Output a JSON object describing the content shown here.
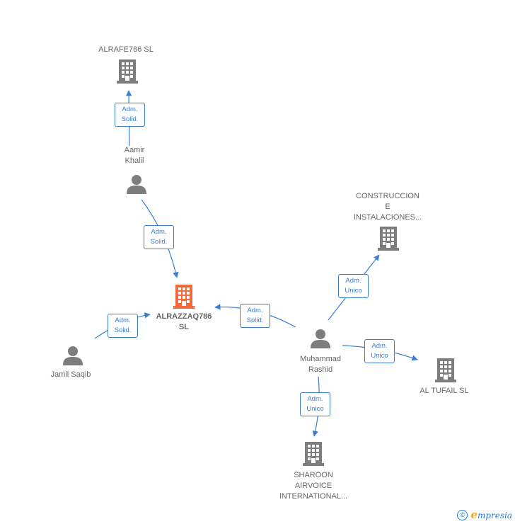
{
  "colors": {
    "edge": "#3b7fd0",
    "node_gray": "#7d7d7d",
    "focus": "#f26b3a",
    "person": "#7d7d7d"
  },
  "nodes": {
    "alrafe": {
      "label": [
        "ALRAFE786  SL"
      ],
      "icon": "building-icon"
    },
    "aamir": {
      "label": [
        "Aamir",
        "Khalil"
      ],
      "icon": "person-icon"
    },
    "alrazzaq": {
      "label": [
        "ALRAZZAQ786",
        "SL"
      ],
      "icon": "building-icon"
    },
    "jamil": {
      "label": [
        "Jamil Saqib"
      ],
      "icon": "person-icon"
    },
    "muhammad": {
      "label": [
        "Muhammad",
        "Rashid"
      ],
      "icon": "person-icon"
    },
    "construccion": {
      "label": [
        "CONSTRUCCION",
        "E",
        "INSTALACIONES..."
      ],
      "icon": "building-icon"
    },
    "altufail": {
      "label": [
        "AL TUFAIL  SL"
      ],
      "icon": "building-icon"
    },
    "sharoon": {
      "label": [
        "SHAROON",
        "AIRVOICE",
        "INTERNATIONAL..."
      ],
      "icon": "building-icon"
    }
  },
  "edges": {
    "aamir_alrafe": [
      "Adm.",
      "Solid."
    ],
    "aamir_alrazzaq": [
      "Adm.",
      "Solid."
    ],
    "jamil_alrazzaq": [
      "Adm.",
      "Solid."
    ],
    "muhammad_alrazzaq": [
      "Adm.",
      "Solid."
    ],
    "muhammad_construccion": [
      "Adm.",
      "Unico"
    ],
    "muhammad_altufail": [
      "Adm.",
      "Unico"
    ],
    "muhammad_sharoon": [
      "Adm.",
      "Unico"
    ]
  },
  "footer": {
    "copyright_symbol": "©",
    "brand_initial": "e",
    "brand_rest": "mpresia"
  }
}
